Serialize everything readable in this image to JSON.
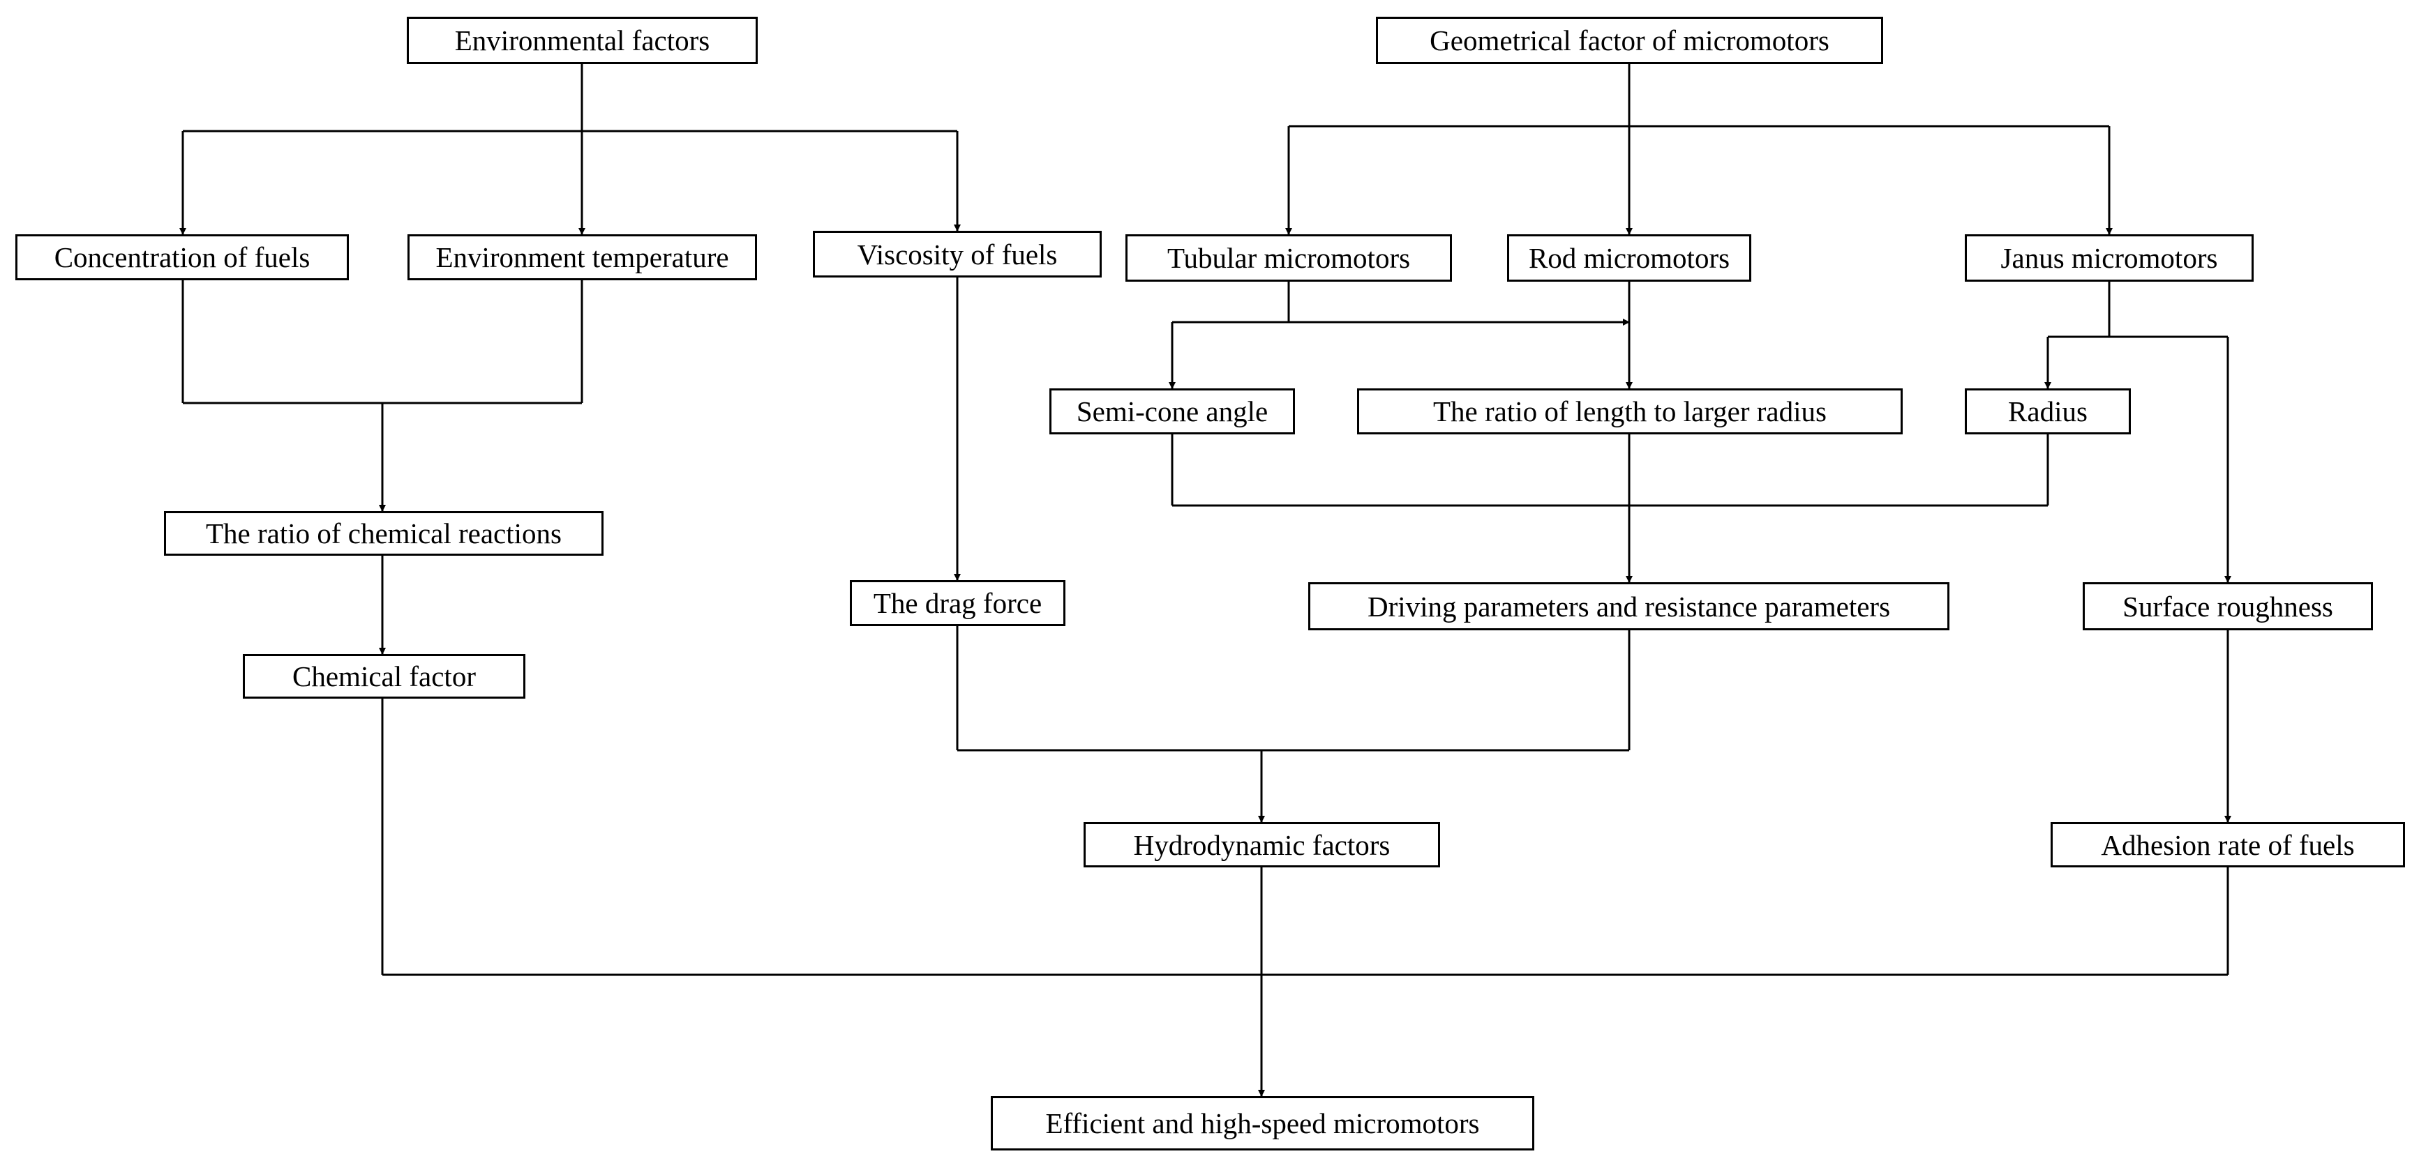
{
  "nodes": {
    "environmental_factors": "Environmental factors",
    "geometrical_factor": "Geometrical factor of micromotors",
    "concentration_of_fuels": "Concentration of fuels",
    "environment_temperature": "Environment temperature",
    "viscosity_of_fuels": "Viscosity of fuels",
    "tubular_micromotors": "Tubular micromotors",
    "rod_micromotors": "Rod micromotors",
    "janus_micromotors": "Janus micromotors",
    "semi_cone_angle": "Semi-cone angle",
    "ratio_length_radius": "The ratio of length to larger radius",
    "radius": "Radius",
    "ratio_chemical_reactions": "The ratio of chemical reactions",
    "drag_force": "The drag force",
    "driving_resistance": "Driving parameters and resistance parameters",
    "surface_roughness": "Surface roughness",
    "chemical_factor": "Chemical factor",
    "hydrodynamic_factors": "Hydrodynamic factors",
    "adhesion_rate": "Adhesion rate of fuels",
    "efficient_micromotors": "Efficient and high-speed micromotors"
  }
}
